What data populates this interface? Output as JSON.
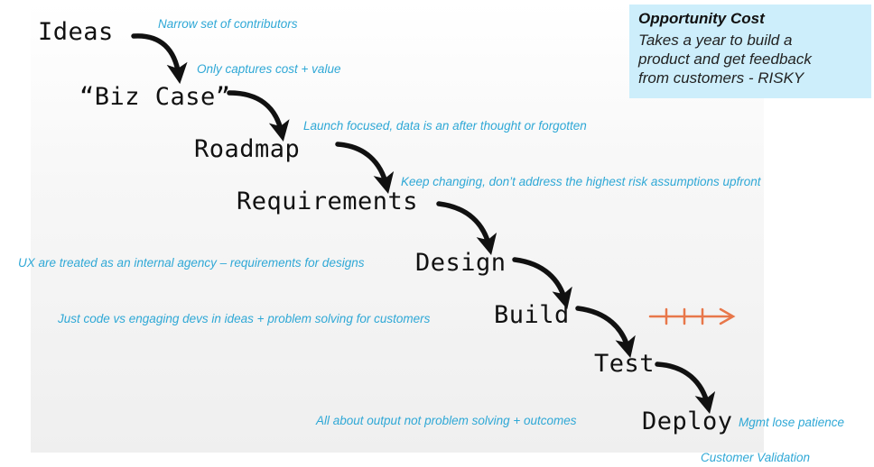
{
  "stages": {
    "ideas": "Ideas",
    "biz_case": "“Biz Case”",
    "roadmap": "Roadmap",
    "requirements": "Requirements",
    "design": "Design",
    "build": "Build",
    "test": "Test",
    "deploy": "Deploy"
  },
  "notes": {
    "ideas": "Narrow set of contributors",
    "biz_case": "Only captures cost + value",
    "roadmap": "Launch focused, data is an after thought or forgotten",
    "requirements": "Keep changing, don’t address the highest risk assumptions upfront",
    "design": "UX are treated as an internal agency – requirements for designs",
    "build": "Just code vs engaging devs in ideas + problem solving for customers",
    "deploy": "All about output not problem solving + outcomes",
    "patience": "Mgmt lose patience",
    "validation": "Customer Validation"
  },
  "callout": {
    "title": "Opportunity Cost",
    "body_lines": [
      "Takes a year to build a",
      "product and get feedback",
      "from customers - RISKY"
    ]
  },
  "colors": {
    "accent_text": "#2fa8d6",
    "callout_bg": "#cdeefb",
    "arrow": "#111111",
    "delay_arrow": "#e8774a"
  },
  "icons": {
    "stage_arrows": "curved-down-arrow",
    "delay": "hatched-right-arrow"
  }
}
